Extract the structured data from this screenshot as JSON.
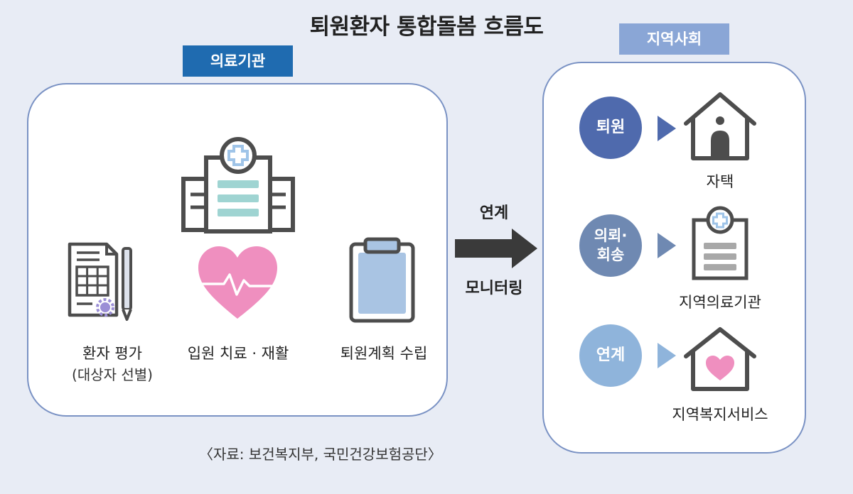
{
  "title": "퇴원환자 통합돌봄 흐름도",
  "medical": {
    "tag": "의료기관",
    "items": [
      {
        "label": "환자 평가",
        "sublabel": "(대상자 선별)"
      },
      {
        "label": "입원 치료 · 재활"
      },
      {
        "label": "퇴원계획 수립"
      }
    ]
  },
  "middle": {
    "top_label": "연계",
    "bottom_label": "모니터링"
  },
  "community": {
    "tag": "지역사회",
    "rows": [
      {
        "circle": "퇴원",
        "label": "자택",
        "color": "#4f6aad"
      },
      {
        "circle": "의뢰·\n회송",
        "label": "지역의료기관",
        "color": "#6f89b2"
      },
      {
        "circle": "연계",
        "label": "지역복지서비스",
        "color": "#8fb4db"
      }
    ]
  },
  "source": "〈자료: 보건복지부, 국민건강보험공단〉",
  "colors": {
    "dark_blue": "#1f6bb0",
    "light_blue_tag": "#8aa6d6",
    "icon_stroke": "#4d4d4d",
    "heart": "#ef8fbf",
    "teal": "#9fd4d2",
    "clipboard": "#a9c4e3"
  }
}
